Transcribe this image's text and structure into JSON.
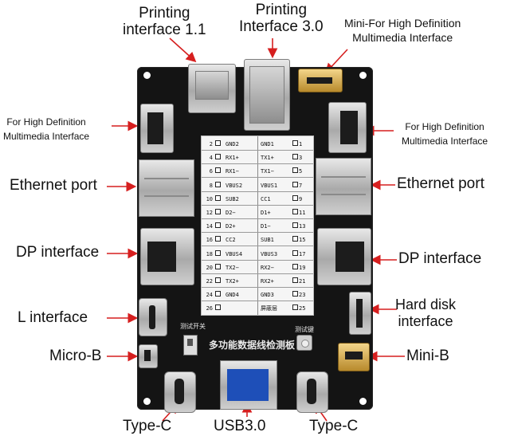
{
  "labels": {
    "printing11": [
      "Printing",
      "interface 1.1"
    ],
    "printing30": [
      "Printing",
      "Interface 3.0"
    ],
    "mini_hdmi": [
      "Mini-For High Definition",
      "Multimedia Interface"
    ],
    "hdmi_left": [
      "For High Definition",
      "Multimedia Interface"
    ],
    "hdmi_right": [
      "For High Definition",
      "Multimedia Interface"
    ],
    "ethernet_left": "Ethernet port",
    "ethernet_right": "Ethernet port",
    "dp_left": "DP interface",
    "dp_right": "DP interface",
    "l_interface": "L interface",
    "hard_disk": [
      "Hard disk",
      "interface"
    ],
    "micro_b": "Micro-B",
    "mini_b": "Mini-B",
    "typec_left": "Type-C",
    "usb30": "USB3.0",
    "typec_right": "Type-C"
  },
  "board": {
    "title": "多功能数据线检测板",
    "switch_label": "测试开关",
    "button_label": "测试键"
  },
  "pin_table": [
    {
      "ln": "2",
      "lt": "GND2",
      "rt": "GND1",
      "rn": "1"
    },
    {
      "ln": "4",
      "lt": "RX1+",
      "rt": "TX1+",
      "rn": "3"
    },
    {
      "ln": "6",
      "lt": "RX1−",
      "rt": "TX1−",
      "rn": "5"
    },
    {
      "ln": "8",
      "lt": "VBUS2",
      "rt": "VBUS1",
      "rn": "7"
    },
    {
      "ln": "10",
      "lt": "SUB2",
      "rt": "CC1",
      "rn": "9"
    },
    {
      "ln": "12",
      "lt": "D2−",
      "rt": "D1+",
      "rn": "11"
    },
    {
      "ln": "14",
      "lt": "D2+",
      "rt": "D1−",
      "rn": "13"
    },
    {
      "ln": "16",
      "lt": "CC2",
      "rt": "SUB1",
      "rn": "15"
    },
    {
      "ln": "18",
      "lt": "VBUS4",
      "rt": "VBUS3",
      "rn": "17"
    },
    {
      "ln": "20",
      "lt": "TX2−",
      "rt": "RX2−",
      "rn": "19"
    },
    {
      "ln": "22",
      "lt": "TX2+",
      "rt": "RX2+",
      "rn": "21"
    },
    {
      "ln": "24",
      "lt": "GND4",
      "rt": "GND3",
      "rn": "23"
    },
    {
      "ln": "26",
      "lt": "",
      "rt": "屏蔽层",
      "rn": "25"
    }
  ]
}
